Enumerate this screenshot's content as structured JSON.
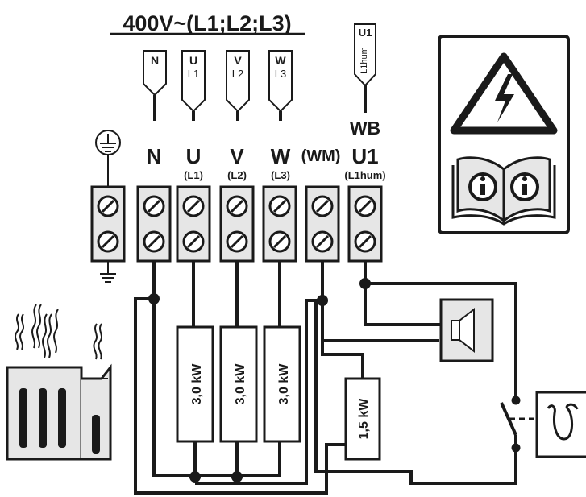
{
  "supply": {
    "title": "400V~(L1;L2;L3)"
  },
  "cable_tags": [
    {
      "top": "N",
      "sub": ""
    },
    {
      "top": "U",
      "sub": "L1"
    },
    {
      "top": "V",
      "sub": "L2"
    },
    {
      "top": "W",
      "sub": "L3"
    }
  ],
  "wb_tag": {
    "top": "U1",
    "sub": "L1hum"
  },
  "wb_label": "WB",
  "terminal_labels": {
    "n": "N",
    "u": "U",
    "u_sub": "(L1)",
    "v": "V",
    "v_sub": "(L2)",
    "w": "W",
    "w_sub": "(L3)",
    "wm": "(WM)",
    "u1": "U1",
    "u1_sub": "(L1hum)"
  },
  "heaters": [
    {
      "label": "3,0 kW"
    },
    {
      "label": "3,0 kW"
    },
    {
      "label": "3,0 kW"
    },
    {
      "label": "1,5 kW"
    }
  ],
  "icons": {
    "earth": "earth-ground-icon",
    "warning": "high-voltage-warning-icon",
    "manual": "manual-info-book-icon",
    "speaker": "speaker-icon",
    "sensor": "humidity-sensor-icon",
    "heater": "sauna-heater-icon"
  },
  "colors": {
    "ink": "#1a1a1a",
    "fill": "#e6e6e6",
    "background": "#ffffff"
  }
}
